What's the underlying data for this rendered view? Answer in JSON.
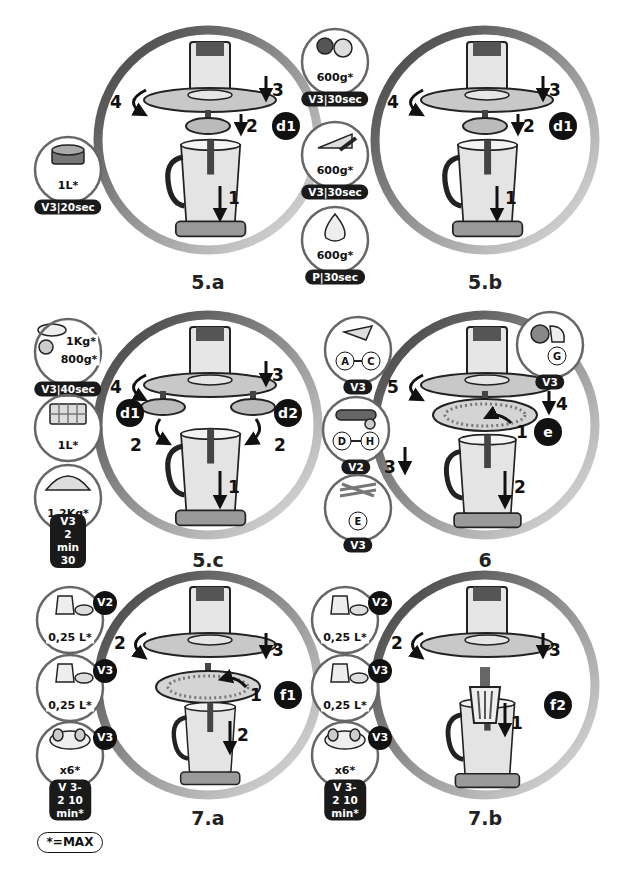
{
  "diagram": {
    "nodes": [
      {
        "text": [
          "1L*",
          "V3|20sec"
        ]
      },
      {
        "text": [
          "d1"
        ]
      },
      {
        "text": [
          "600g*",
          "V3|30sec"
        ]
      },
      {
        "text": [
          "600g*",
          "V3|30sec"
        ]
      },
      {
        "text": [
          "600g*",
          "P|30sec"
        ]
      },
      {
        "text": [
          "d1"
        ]
      },
      {
        "text": [
          "1Kg*",
          "800g*",
          "V3|40sec"
        ]
      },
      {
        "text": [
          "1L*"
        ]
      },
      {
        "text": [
          "1,2Kg*",
          "V3 2 min 30"
        ]
      },
      {
        "text": [
          "d1"
        ]
      },
      {
        "text": [
          "d2"
        ]
      },
      {
        "text": [
          "A",
          "C",
          "V3"
        ]
      },
      {
        "text": [
          "G",
          "V3"
        ]
      },
      {
        "text": [
          "D",
          "H",
          "V2"
        ]
      },
      {
        "text": [
          "E",
          "V3"
        ]
      },
      {
        "text": [
          "e"
        ]
      },
      {
        "text": [
          "0,25 L*",
          "V2"
        ]
      },
      {
        "text": [
          "0,25 L*",
          "V3"
        ]
      },
      {
        "text": [
          "x6*",
          "V3",
          "V 3-2 10 min*"
        ]
      },
      {
        "text": [
          "f1"
        ]
      },
      {
        "text": [
          "0,25 L*",
          "V2"
        ]
      },
      {
        "text": [
          "0,25 L*",
          "V3"
        ]
      },
      {
        "text": [
          "x6*",
          "V3",
          "V 3-2 10 min*"
        ]
      },
      {
        "text": [
          "f2"
        ]
      },
      {
        "text": [
          "*=MAX"
        ]
      }
    ],
    "labels": [
      "4",
      "3",
      "2",
      "1",
      "5.a",
      "4",
      "3",
      "2",
      "1",
      "5.b",
      "4",
      "3",
      "2",
      "2",
      "1",
      "5.c",
      "5",
      "4",
      "1",
      "3",
      "2",
      "6",
      "2",
      "3",
      "1",
      "2",
      "7.a",
      "2",
      "3",
      "1",
      "7.b"
    ]
  }
}
